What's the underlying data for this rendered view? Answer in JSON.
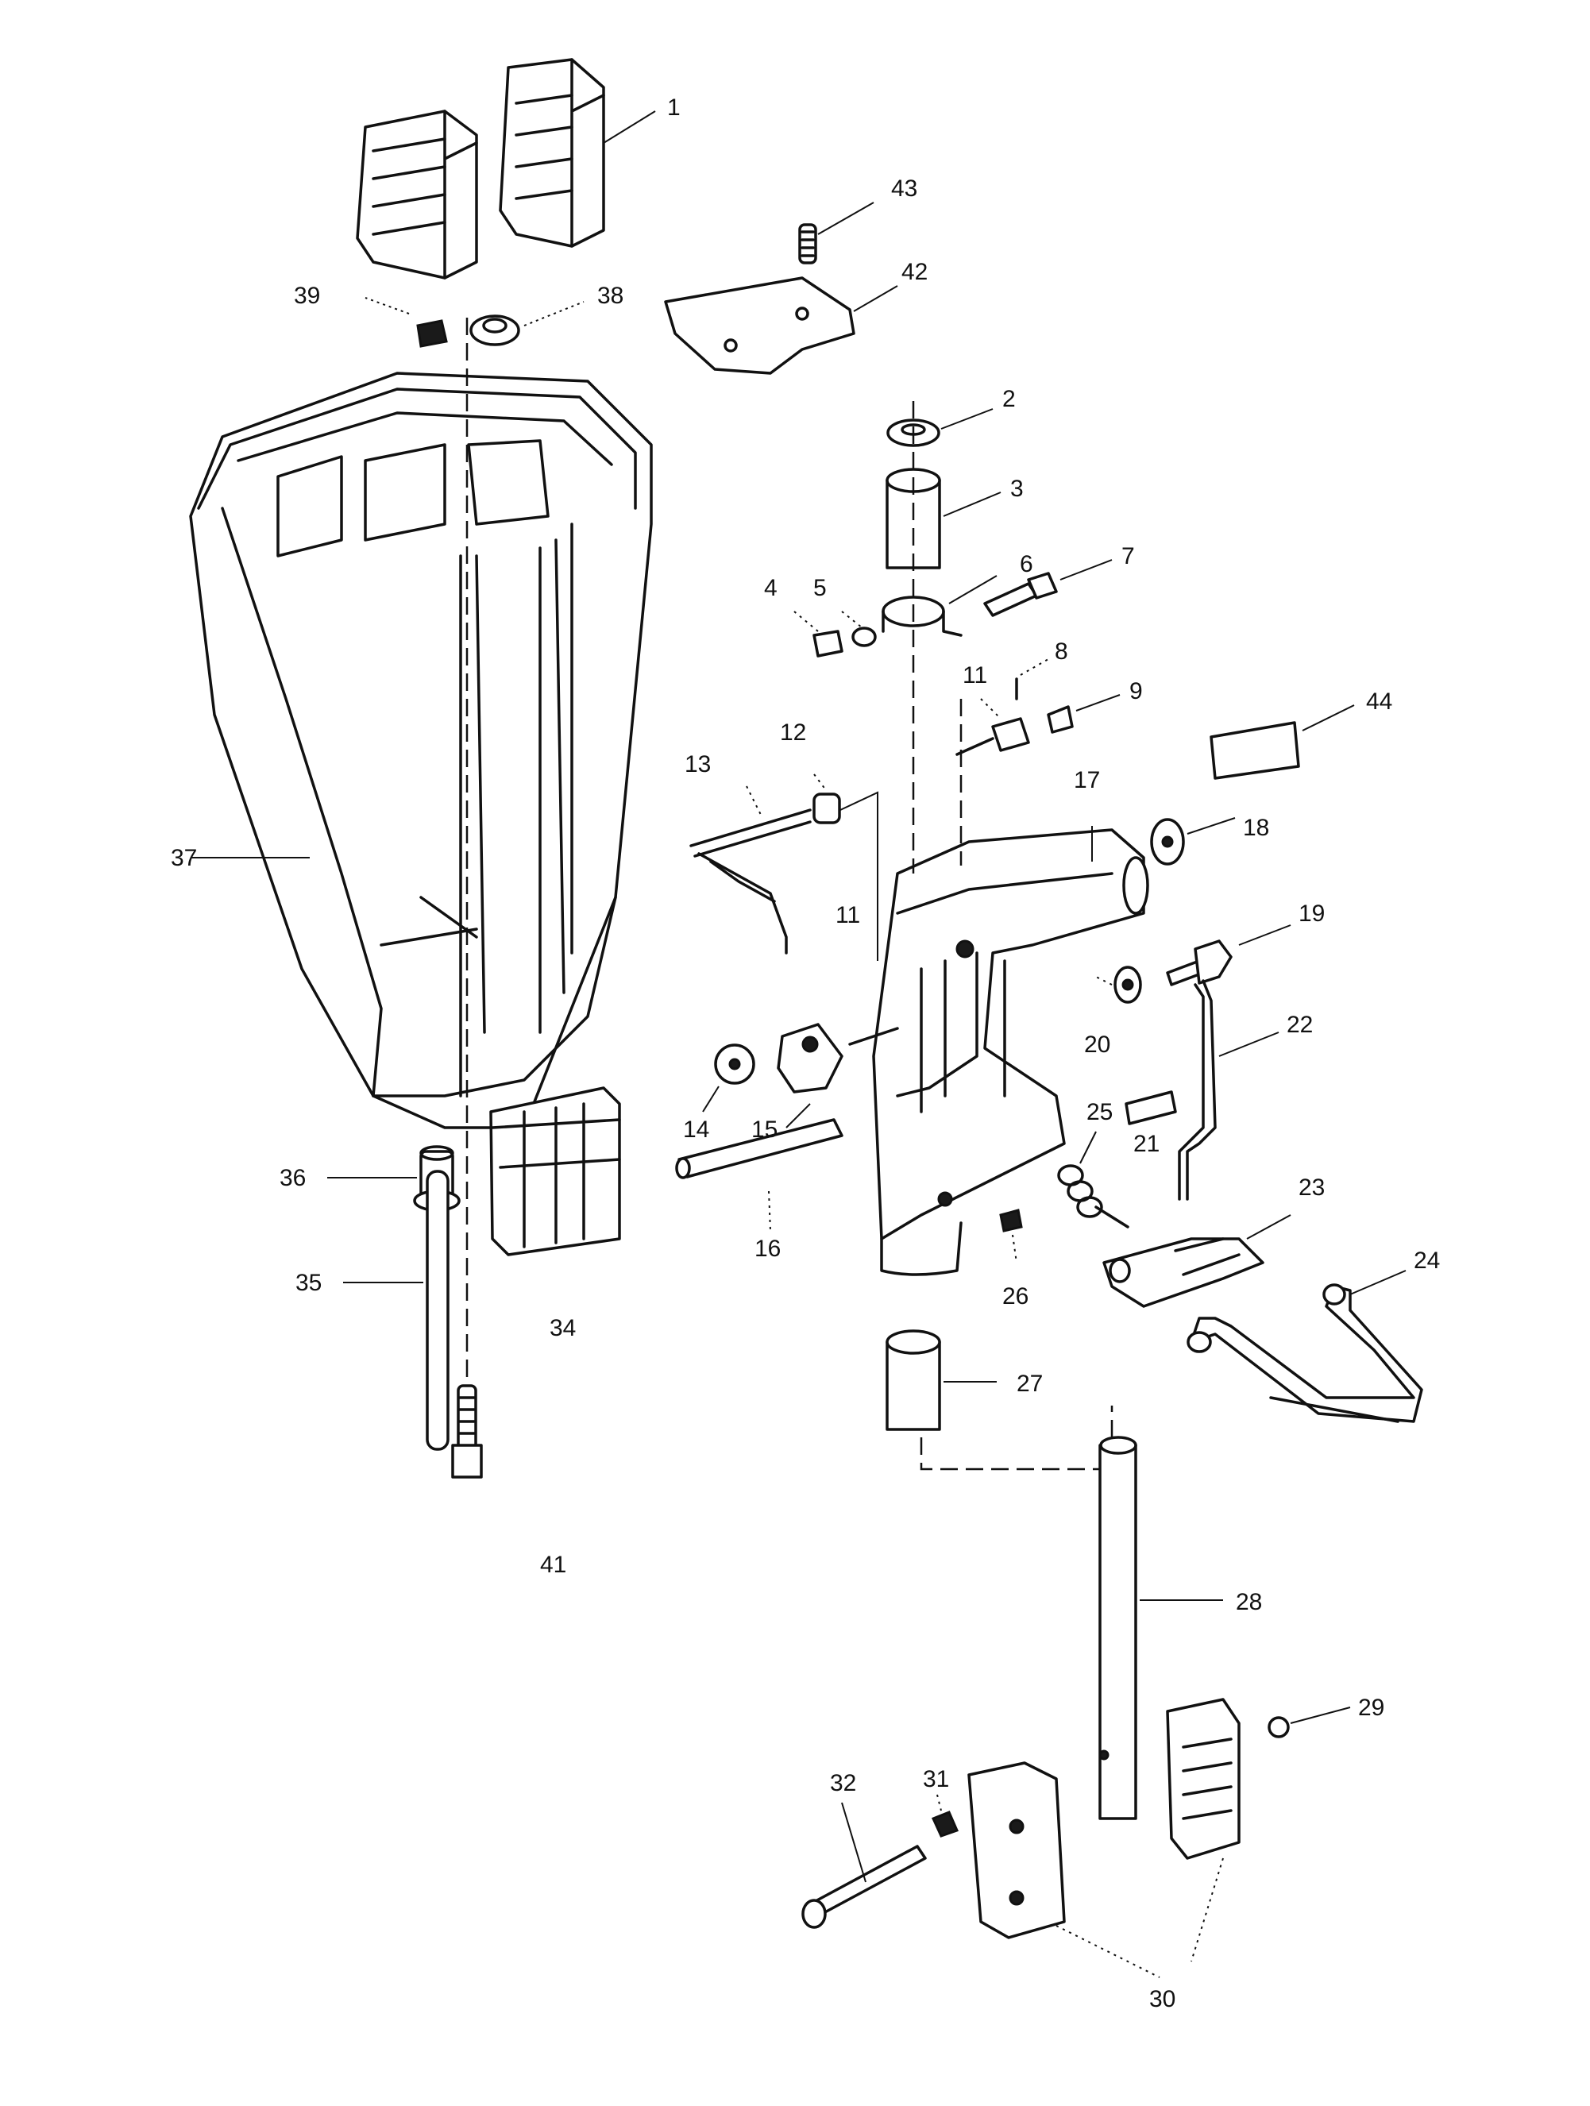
{
  "diagram": {
    "callouts": [
      {
        "id": "c1",
        "text": "1"
      },
      {
        "id": "c2",
        "text": "2"
      },
      {
        "id": "c3",
        "text": "3"
      },
      {
        "id": "c4",
        "text": "4"
      },
      {
        "id": "c5",
        "text": "5"
      },
      {
        "id": "c6",
        "text": "6"
      },
      {
        "id": "c7",
        "text": "7"
      },
      {
        "id": "c8",
        "text": "8"
      },
      {
        "id": "c9",
        "text": "9"
      },
      {
        "id": "c11a",
        "text": "11"
      },
      {
        "id": "c11b",
        "text": "11"
      },
      {
        "id": "c12",
        "text": "12"
      },
      {
        "id": "c13",
        "text": "13"
      },
      {
        "id": "c14",
        "text": "14"
      },
      {
        "id": "c15",
        "text": "15"
      },
      {
        "id": "c16",
        "text": "16"
      },
      {
        "id": "c17",
        "text": "17"
      },
      {
        "id": "c18",
        "text": "18"
      },
      {
        "id": "c19",
        "text": "19"
      },
      {
        "id": "c20",
        "text": "20"
      },
      {
        "id": "c21",
        "text": "21"
      },
      {
        "id": "c22",
        "text": "22"
      },
      {
        "id": "c23",
        "text": "23"
      },
      {
        "id": "c24",
        "text": "24"
      },
      {
        "id": "c25",
        "text": "25"
      },
      {
        "id": "c26",
        "text": "26"
      },
      {
        "id": "c27",
        "text": "27"
      },
      {
        "id": "c28",
        "text": "28"
      },
      {
        "id": "c29",
        "text": "29"
      },
      {
        "id": "c30",
        "text": "30"
      },
      {
        "id": "c31",
        "text": "31"
      },
      {
        "id": "c32",
        "text": "32"
      },
      {
        "id": "c34",
        "text": "34"
      },
      {
        "id": "c35",
        "text": "35"
      },
      {
        "id": "c36",
        "text": "36"
      },
      {
        "id": "c37",
        "text": "37"
      },
      {
        "id": "c38",
        "text": "38"
      },
      {
        "id": "c39",
        "text": "39"
      },
      {
        "id": "c41",
        "text": "41"
      },
      {
        "id": "c42",
        "text": "42"
      },
      {
        "id": "c43",
        "text": "43"
      },
      {
        "id": "c44",
        "text": "44"
      }
    ]
  }
}
